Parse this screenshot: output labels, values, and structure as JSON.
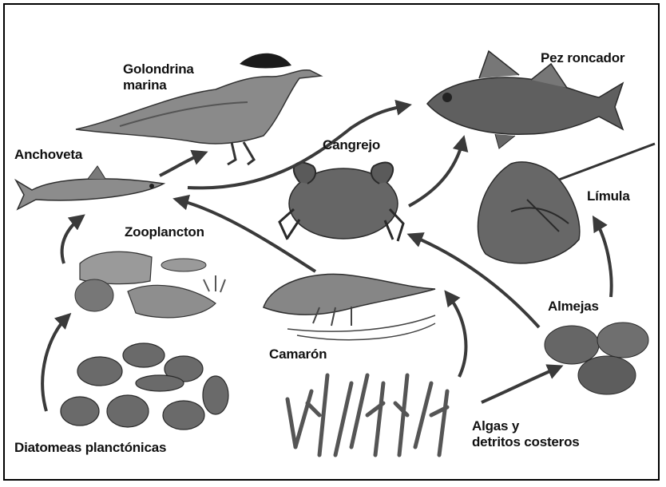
{
  "labels": {
    "golondrina_line1": "Golondrina",
    "golondrina_line2": "marina",
    "pez_roncador": "Pez roncador",
    "anchoveta": "Anchoveta",
    "cangrejo": "Cangrejo",
    "limula": "Límula",
    "zooplancton": "Zooplancton",
    "almejas": "Almejas",
    "camaron": "Camarón",
    "algas_line1": "Algas y",
    "algas_line2": "detritos costeros",
    "diatomeas": "Diatomeas planctónicas"
  },
  "colors": {
    "ink": "#111111",
    "arrow": "#3a3a3a",
    "organism_fill": "#6e6e6e",
    "light_fill": "#a9a9a9"
  }
}
